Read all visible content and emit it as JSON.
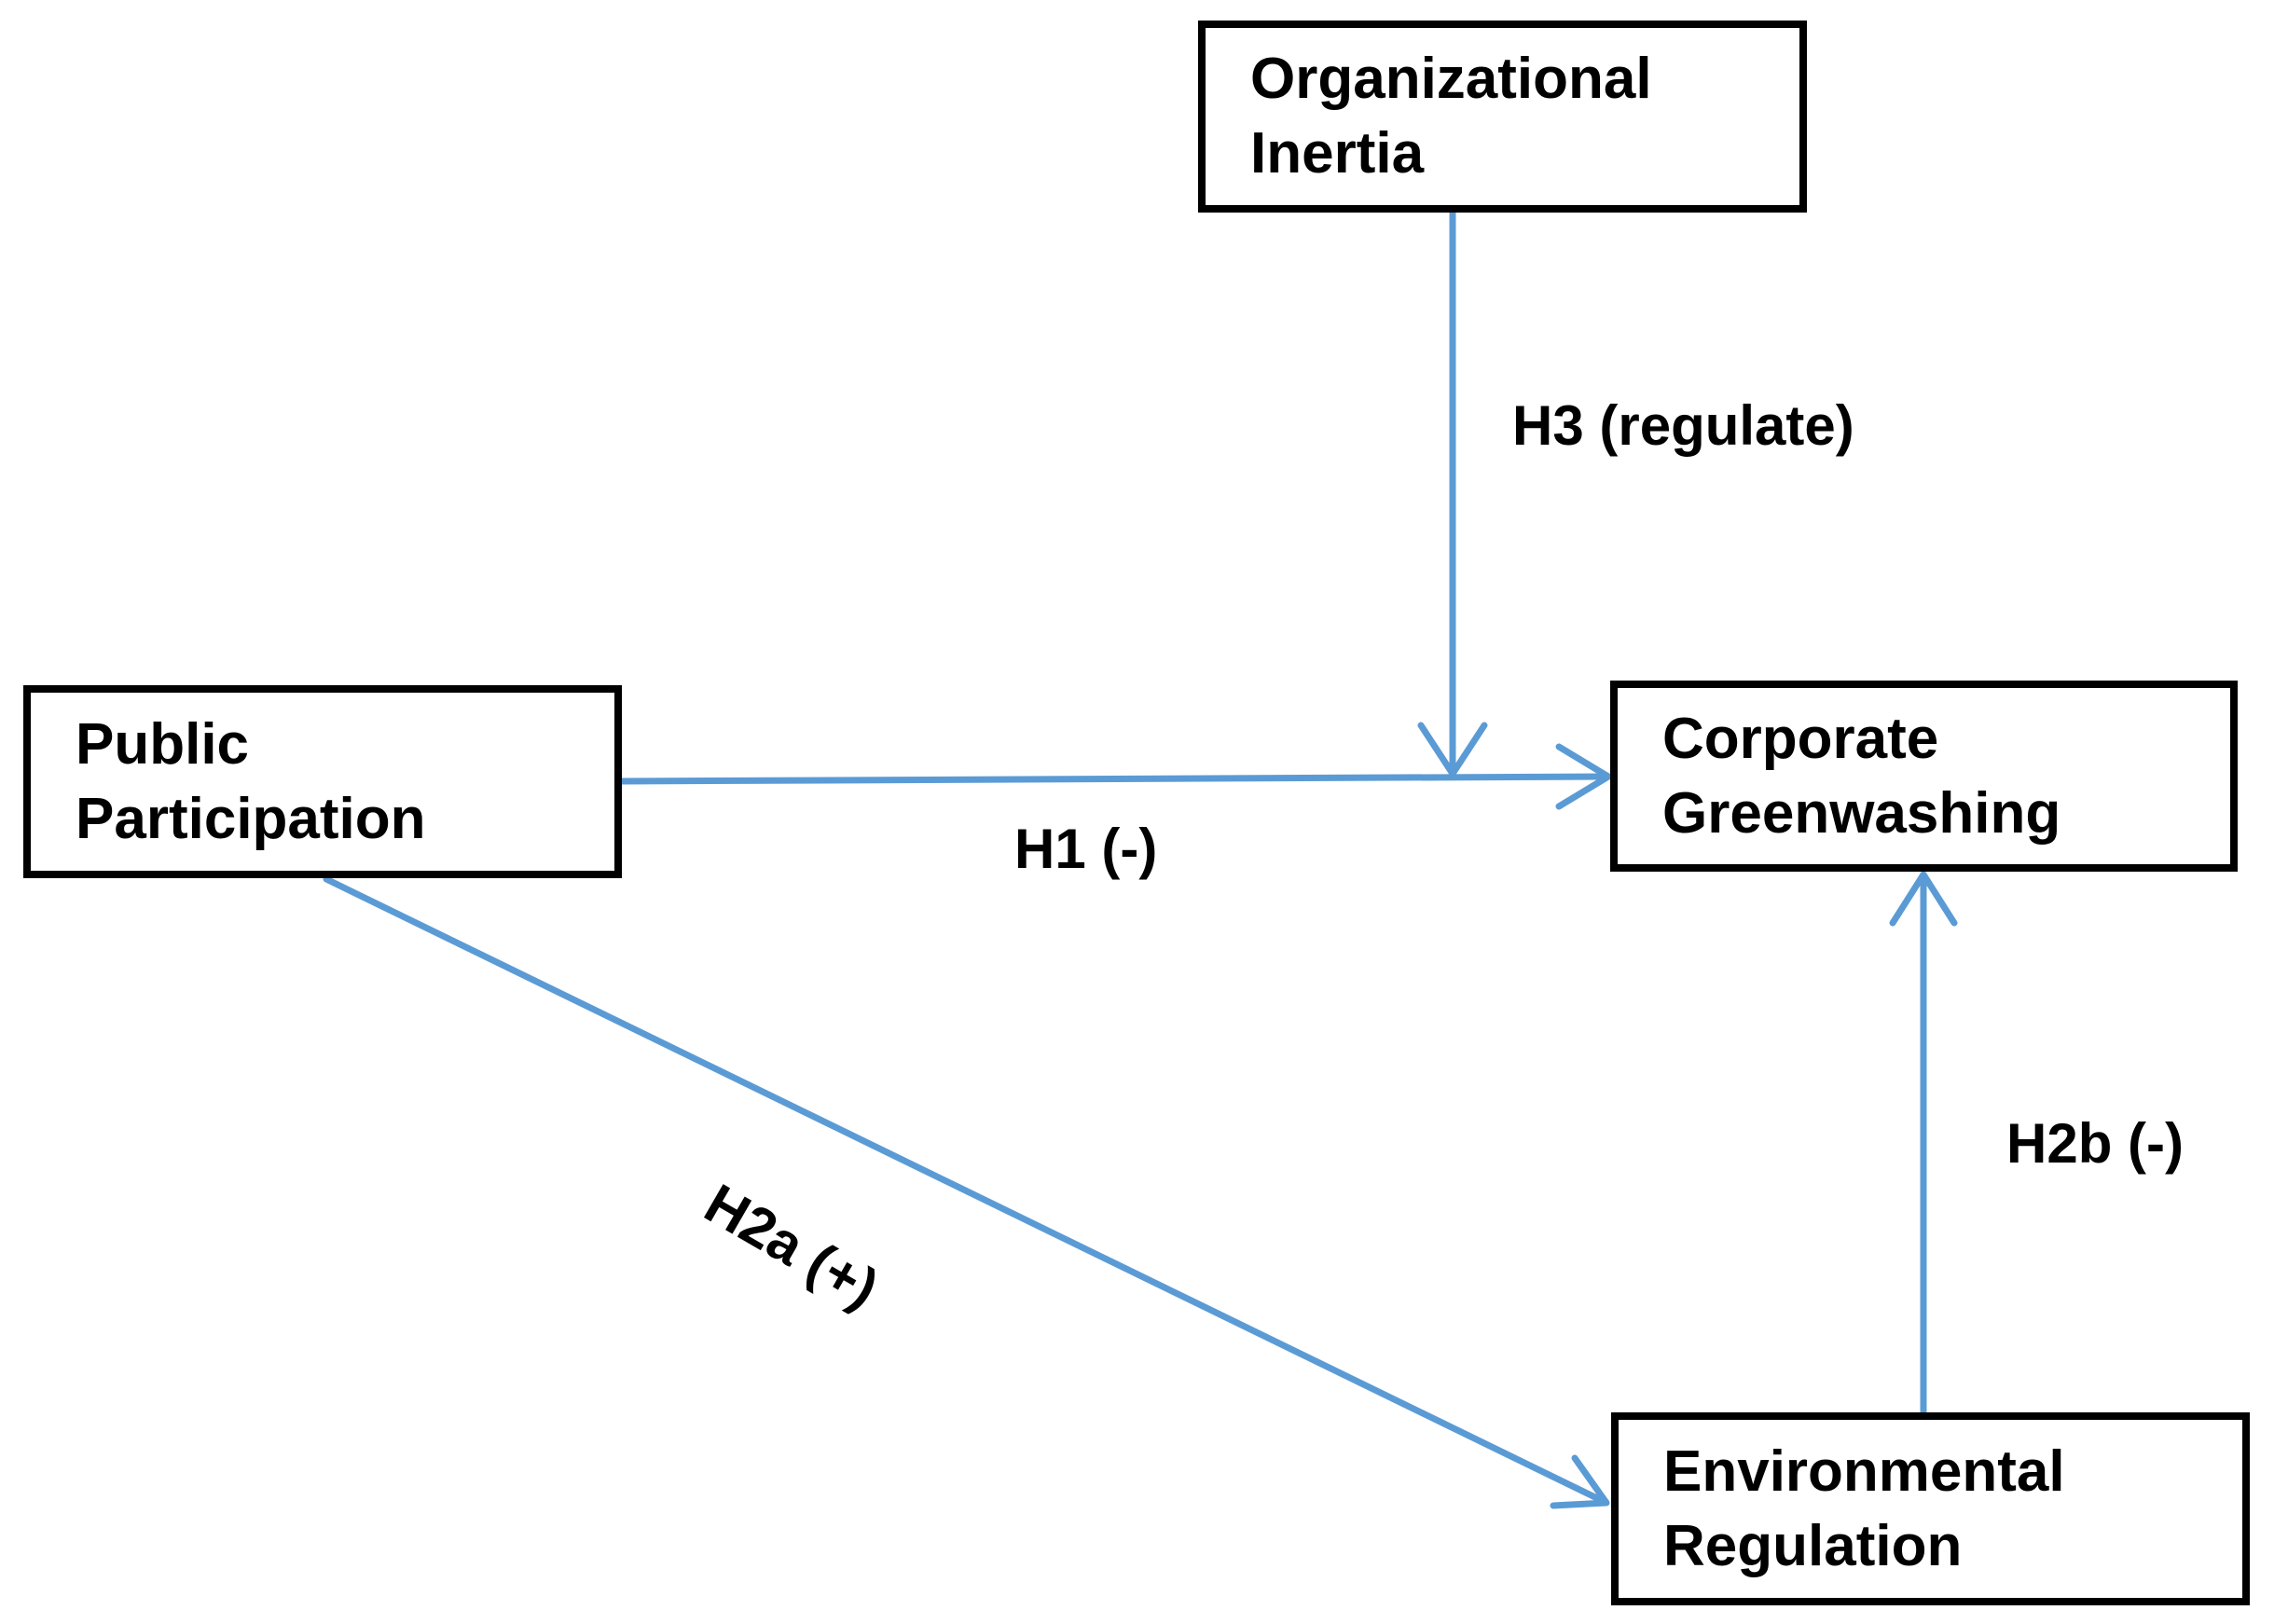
{
  "title": "Research model diagram",
  "colors": {
    "arrow": "#5B9BD5",
    "box_border": "#000000",
    "text": "#000000",
    "background": "#ffffff"
  },
  "nodes": {
    "organizational_inertia": {
      "label": "Organizational Inertia"
    },
    "public_participation": {
      "label": "Public Participation"
    },
    "corporate_greenwashing": {
      "label": "Corporate Greenwashing"
    },
    "environmental_regulation": {
      "label": "Environmental Regulation"
    }
  },
  "edges": {
    "h1": {
      "label": "H1 (-)",
      "from": "Public Participation",
      "to": "Corporate Greenwashing"
    },
    "h2a": {
      "label": "H2a (+)",
      "from": "Public Participation",
      "to": "Environmental Regulation"
    },
    "h2b": {
      "label": "H2b (-)",
      "from": "Environmental Regulation",
      "to": "Corporate Greenwashing"
    },
    "h3": {
      "label": "H3 (regulate)",
      "from": "Organizational Inertia",
      "to": "H1 arrow"
    }
  }
}
